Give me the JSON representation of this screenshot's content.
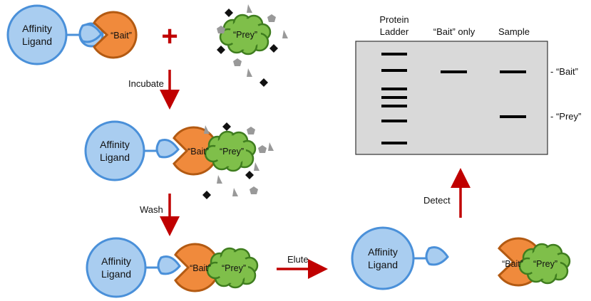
{
  "ligand": {
    "line1": "Affinity",
    "line2": "Ligand"
  },
  "bait_label": "“Bait”",
  "prey_label": "“Prey”",
  "plus_sign": "+",
  "steps": {
    "incubate": "Incubate",
    "wash": "Wash",
    "elute": "Elute",
    "detect": "Detect"
  },
  "gel": {
    "columns": {
      "ladder_line1": "Protein",
      "ladder_line2": "Ladder",
      "bait_only": "“Bait” only",
      "sample": "Sample"
    },
    "side_labels": {
      "bait": "- “Bait”",
      "prey": "- “Prey”"
    }
  },
  "colors": {
    "ligand_fill": "#a9cdf0",
    "ligand_stroke": "#4a90d9",
    "bait_fill": "#f08a3c",
    "bait_stroke": "#b35a12",
    "prey_fill": "#7fbf4a",
    "prey_stroke": "#3f7d1f",
    "arrow": "#c00000",
    "gel_bg": "#d9d9d9"
  }
}
